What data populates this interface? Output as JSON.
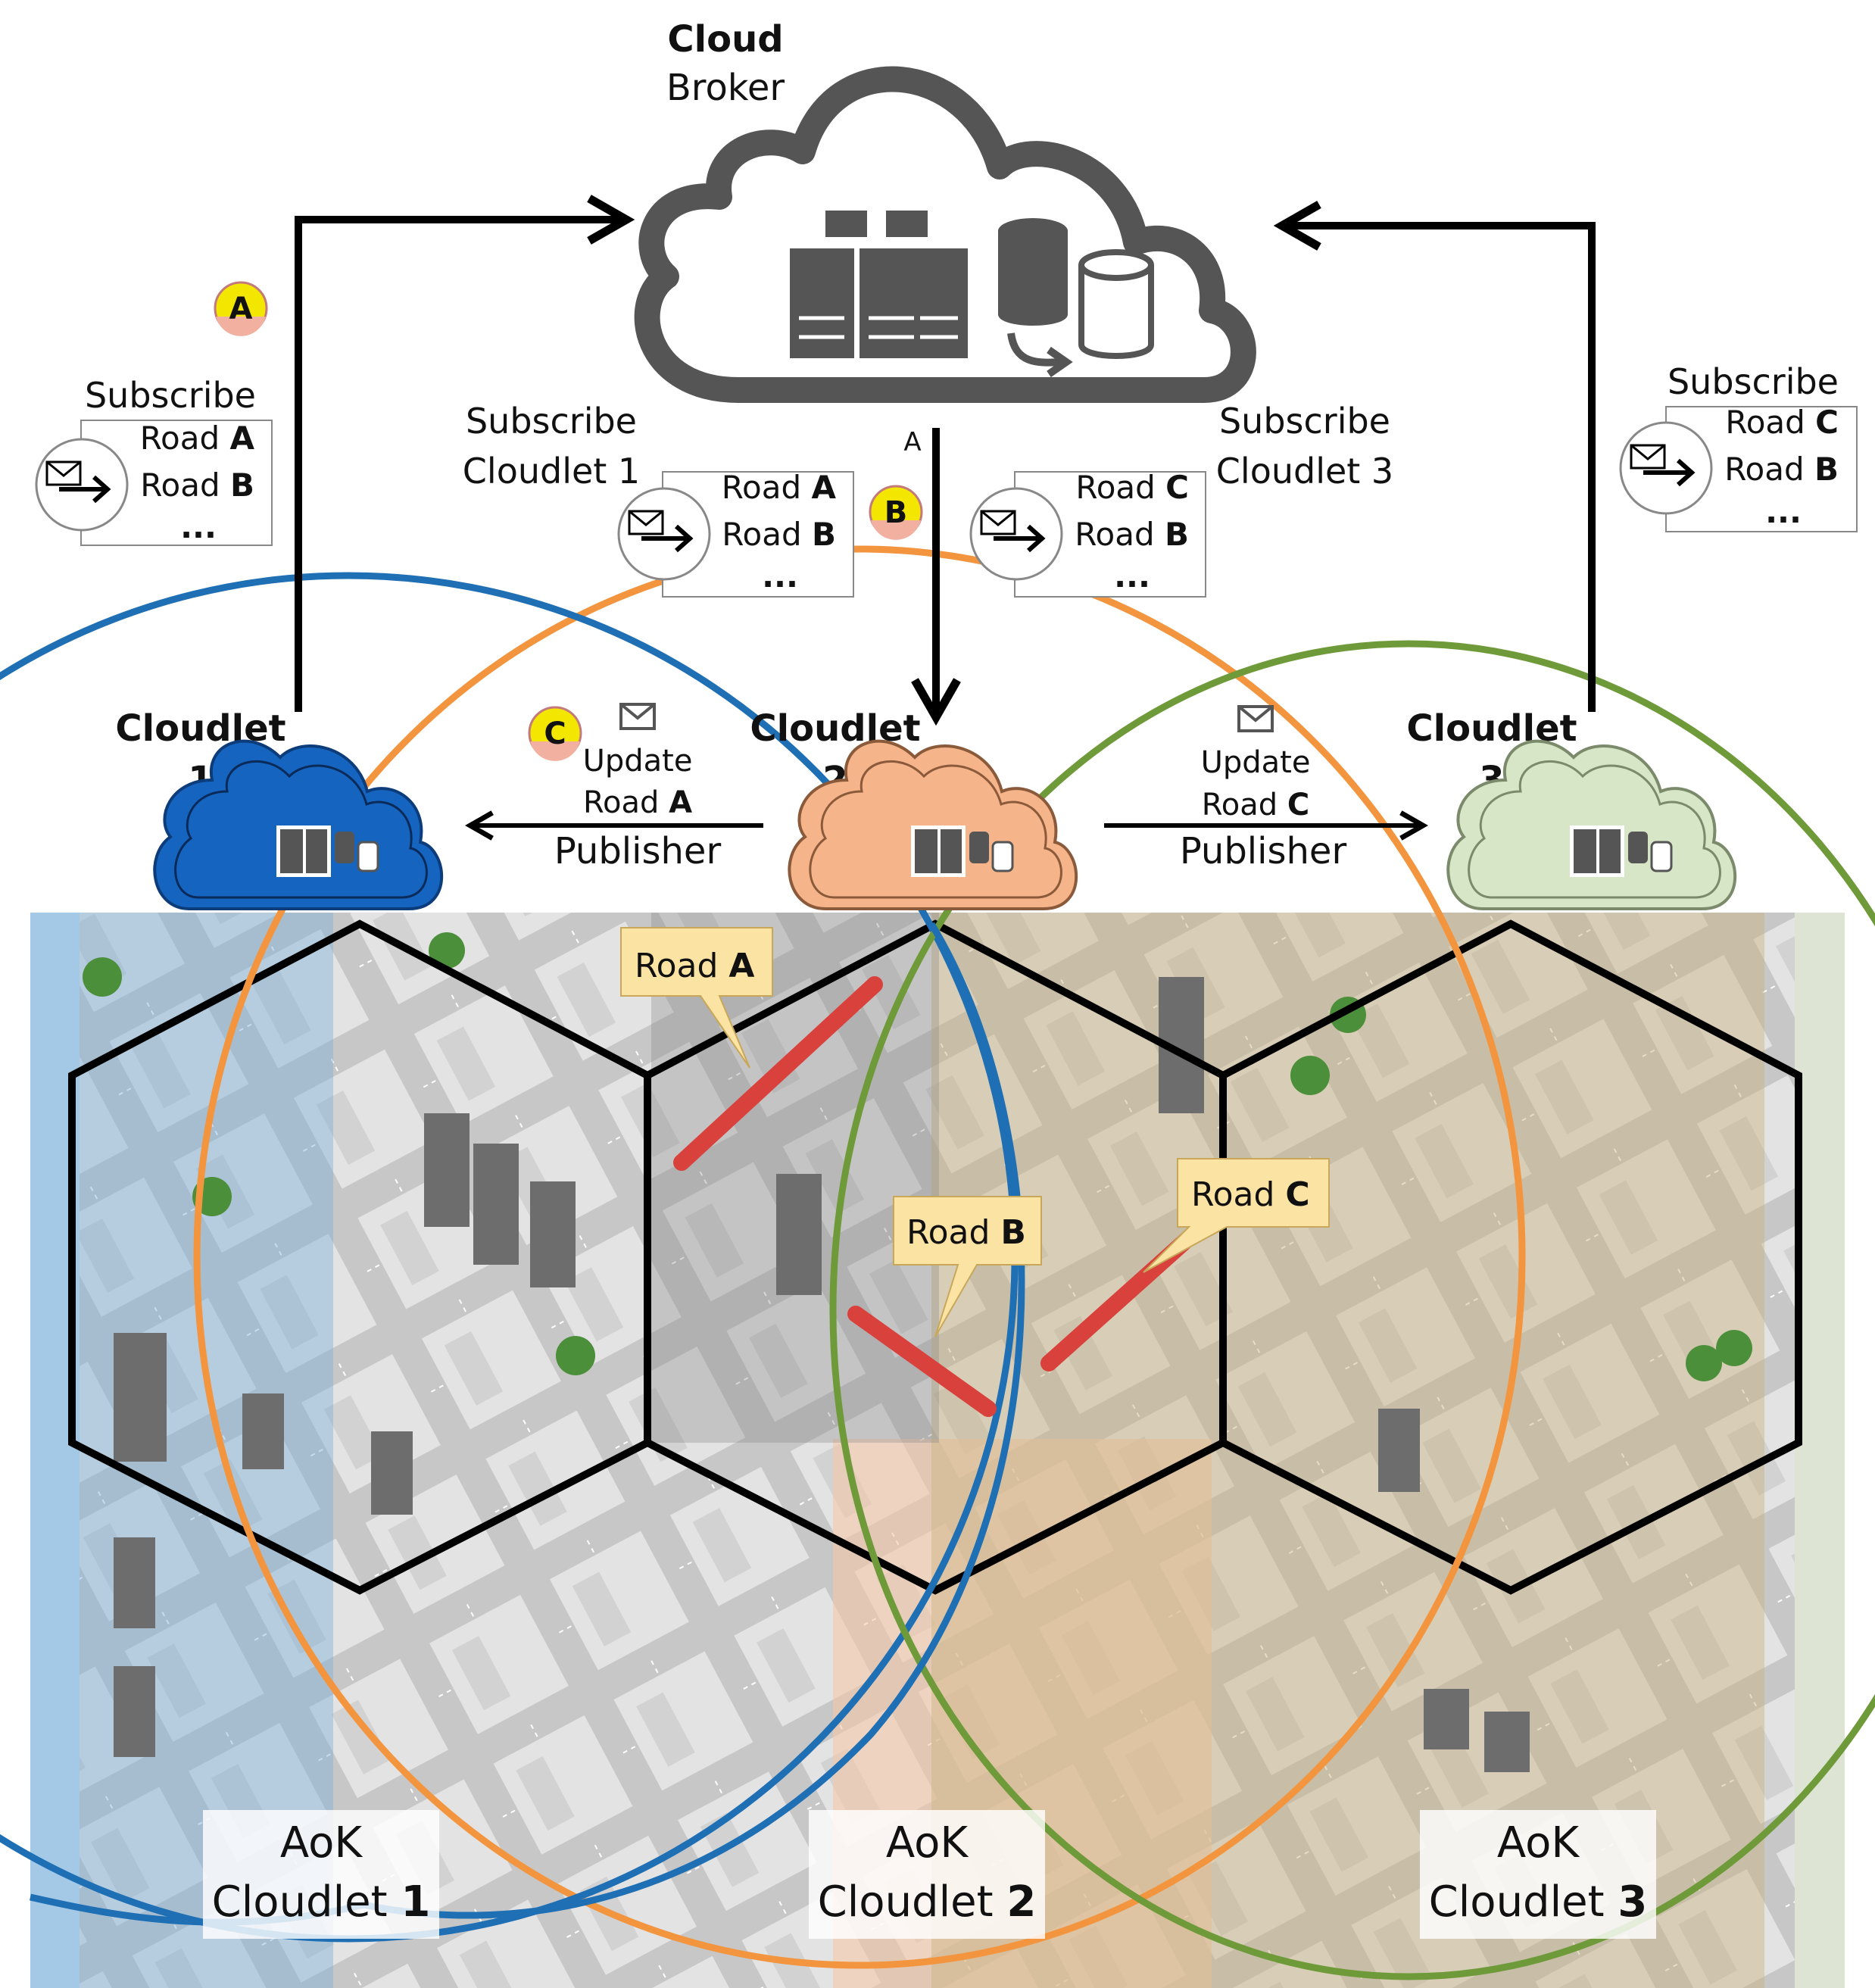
{
  "broker": {
    "title": "Cloud",
    "subtitle": "Broker",
    "down_label": "A"
  },
  "badges": {
    "a": "A",
    "b": "B",
    "c": "C"
  },
  "subscriptions": {
    "left": {
      "heading": "Subscribe",
      "road1_prefix": "Road ",
      "road1_key": "A",
      "road2_prefix": "Road ",
      "road2_key": "B",
      "more": "..."
    },
    "center_left": {
      "heading": "Subscribe",
      "heading2": "Cloudlet 1",
      "road1_prefix": "Road ",
      "road1_key": "A",
      "road2_prefix": "Road ",
      "road2_key": "B",
      "more": "..."
    },
    "center_right": {
      "heading": "Subscribe",
      "heading2": "Cloudlet 3",
      "road1_prefix": "Road ",
      "road1_key": "C",
      "road2_prefix": "Road ",
      "road2_key": "B",
      "more": "..."
    },
    "right": {
      "heading": "Subscribe",
      "road1_prefix": "Road ",
      "road1_key": "C",
      "road2_prefix": "Road ",
      "road2_key": "B",
      "more": "..."
    }
  },
  "cloudlets": [
    {
      "label": "Cloudlet",
      "number": "1",
      "color": "#1565c0"
    },
    {
      "label": "Cloudlet",
      "number": "2",
      "color": "#f5b48a"
    },
    {
      "label": "Cloudlet",
      "number": "3",
      "color": "#d6e6c6"
    }
  ],
  "publish": {
    "left": {
      "update": "Update",
      "road_prefix": "Road ",
      "road_key": "A",
      "role": "Publisher"
    },
    "right": {
      "update": "Update",
      "road_prefix": "Road ",
      "road_key": "C",
      "role": "Publisher"
    }
  },
  "roads": {
    "a": {
      "prefix": "Road ",
      "key": "A"
    },
    "b": {
      "prefix": "Road ",
      "key": "B"
    },
    "c": {
      "prefix": "Road ",
      "key": "C"
    }
  },
  "areas": [
    {
      "line1": "AoK",
      "line2": "Cloudlet ",
      "num": "1"
    },
    {
      "line1": "AoK",
      "line2": "Cloudlet ",
      "num": "2"
    },
    {
      "line1": "AoK",
      "line2": "Cloudlet ",
      "num": "3"
    }
  ],
  "colors": {
    "arrow": "#000000",
    "cloud_gray": "#555555",
    "road_highlight": "#d9423c",
    "callout_fill": "#fbe3a3",
    "badge_yellow": "#f3e600",
    "aok_blue": "#1f6fb5",
    "aok_orange": "#f2953e",
    "aok_green": "#6f9a3a"
  }
}
